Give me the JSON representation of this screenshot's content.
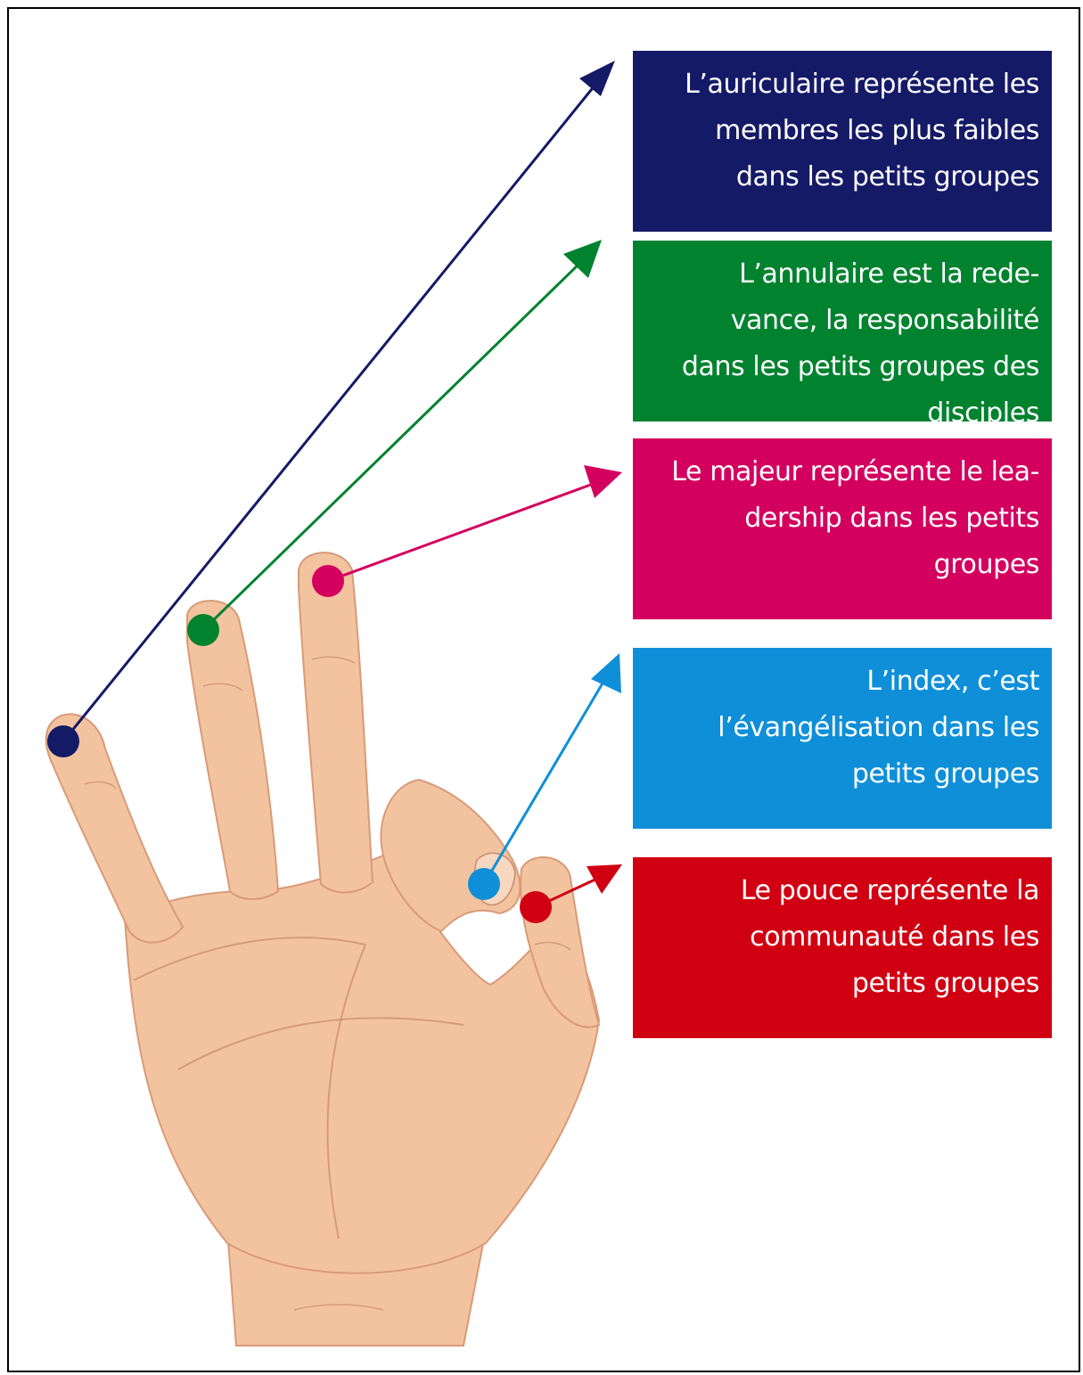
{
  "colors": {
    "pinky": "#141a66",
    "ring": "#00822f",
    "middle": "#d4005f",
    "index": "#0f8fd8",
    "thumb": "#d00012",
    "skin": "#f3c3a0",
    "skin_shadow": "#d99a77",
    "skin_line": "#c88a68"
  },
  "labels": [
    {
      "id": "pinky",
      "finger": "auriculaire",
      "lines": [
        "L’auriculaire représente les",
        "membres les plus faibles",
        "dans les petits groupes"
      ]
    },
    {
      "id": "ring",
      "finger": "annulaire",
      "lines": [
        "L’annulaire est la rede-",
        "vance, la responsabilité",
        "dans les petits groupes des",
        "disciples"
      ]
    },
    {
      "id": "middle",
      "finger": "majeur",
      "lines": [
        "Le majeur représente le lea-",
        "dership dans les petits",
        "groupes"
      ]
    },
    {
      "id": "index",
      "finger": "index",
      "lines": [
        "L’index, c’est",
        "l’évangélisation dans les",
        "petits groupes"
      ]
    },
    {
      "id": "thumb",
      "finger": "pouce",
      "lines": [
        "Le pouce représente la",
        "communauté dans les",
        "petits groupes"
      ]
    }
  ]
}
